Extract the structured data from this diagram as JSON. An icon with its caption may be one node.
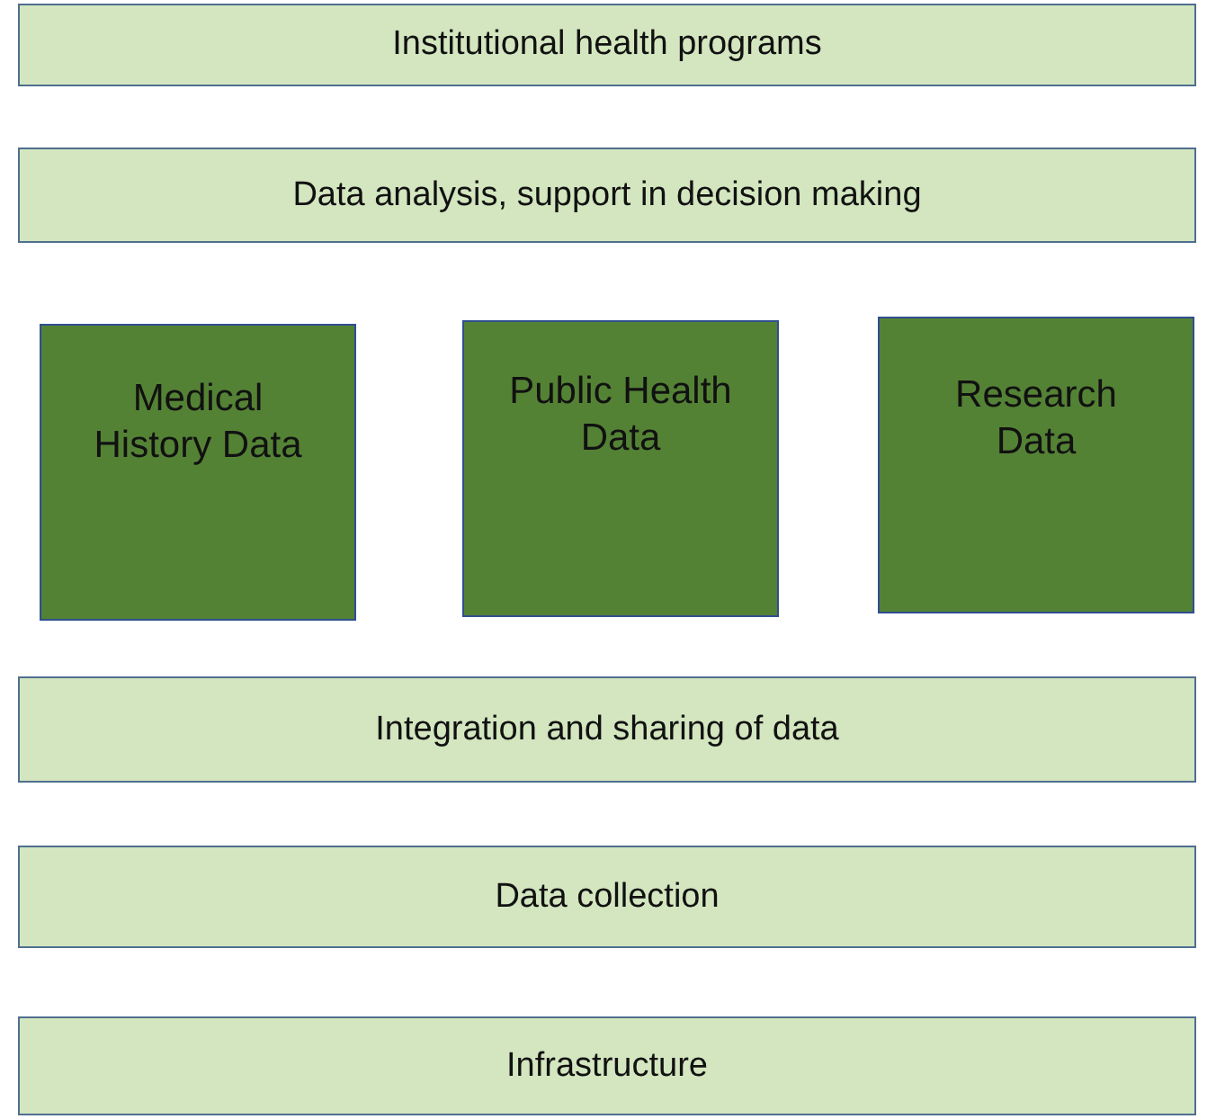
{
  "diagram": {
    "nodes": [
      {
        "text": [
          "Institutional health programs"
        ]
      },
      {
        "text": [
          "Data analysis, support in decision making"
        ]
      },
      {
        "text": [
          "Medical History Data"
        ]
      },
      {
        "text": [
          "Public Health Data"
        ]
      },
      {
        "text": [
          "Research Data"
        ]
      },
      {
        "text": [
          "Integration and sharing of data"
        ]
      },
      {
        "text": [
          "Data collection"
        ]
      },
      {
        "text": [
          "Infrastructure"
        ]
      }
    ]
  }
}
